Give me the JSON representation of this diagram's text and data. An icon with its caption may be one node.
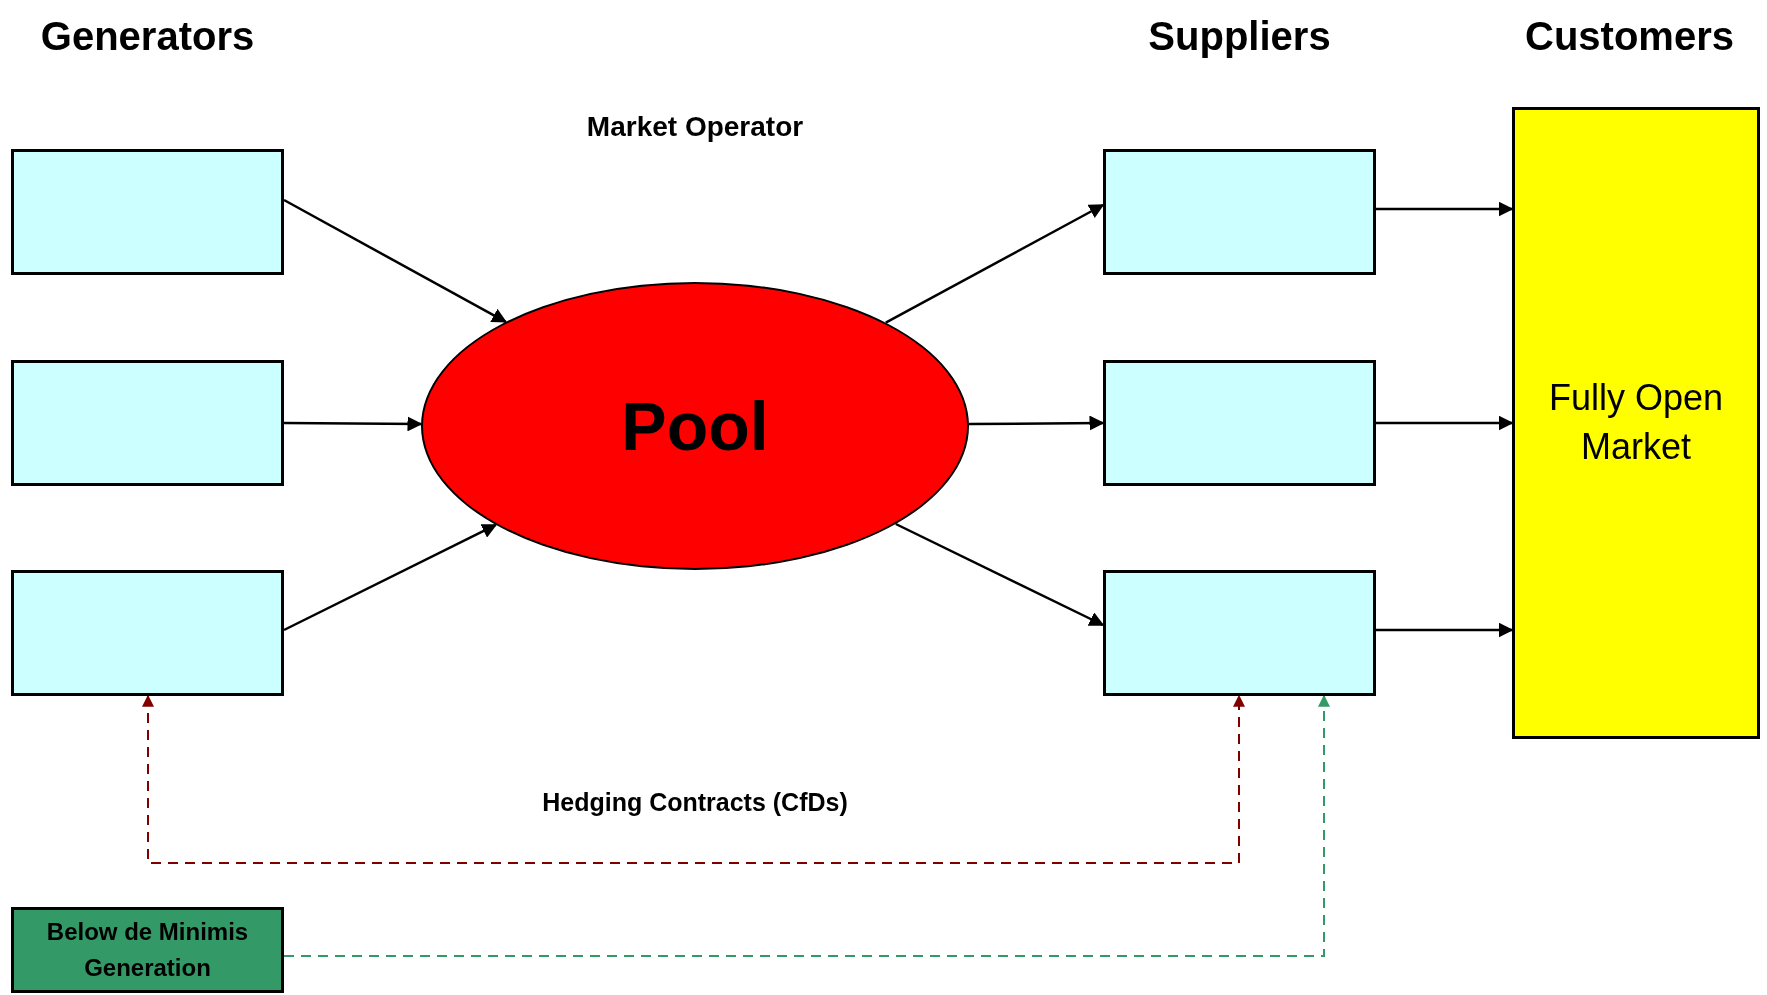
{
  "diagram": {
    "nodes": [
      {
        "text": [],
        "shape": "box"
      },
      {
        "text": [],
        "shape": "box"
      },
      {
        "text": [],
        "shape": "box"
      },
      {
        "text": [
          "Pool"
        ]
      },
      {
        "text": [],
        "shape": "box"
      },
      {
        "text": [],
        "shape": "box"
      },
      {
        "text": [],
        "shape": "box"
      },
      {
        "text": [
          "Fully Open Market"
        ]
      },
      {
        "text": [
          "Below de Minimis Generation"
        ]
      }
    ],
    "edges": [
      {
        "from": 0,
        "to": 3,
        "arrow": "to"
      },
      {
        "from": 1,
        "to": 3,
        "arrow": "to"
      },
      {
        "from": 2,
        "to": 3,
        "arrow": "to"
      },
      {
        "from": 3,
        "to": 4,
        "arrow": "to"
      },
      {
        "from": 3,
        "to": 5,
        "arrow": "to"
      },
      {
        "from": 3,
        "to": 6,
        "arrow": "to"
      },
      {
        "from": 4,
        "to": 7,
        "arrow": "to"
      },
      {
        "from": 5,
        "to": 7,
        "arrow": "to"
      },
      {
        "from": 6,
        "to": 7,
        "arrow": "to"
      },
      {
        "from": 2,
        "to": 6,
        "arrow": "both",
        "label": "Hedging Contracts (CfDs)",
        "style": "dashed",
        "color": "#800000"
      },
      {
        "from": 8,
        "to": 6,
        "arrow": "to",
        "style": "dashed",
        "color": "#339966"
      }
    ],
    "labels": [
      "Generators",
      "Suppliers",
      "Customers",
      "Market Operator"
    ]
  }
}
